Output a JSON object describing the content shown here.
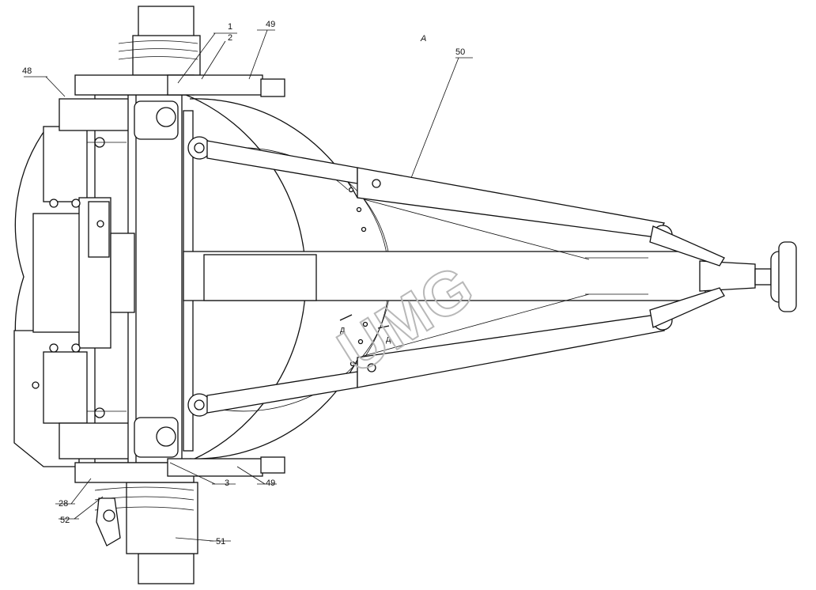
{
  "view_label": "А",
  "section_mark": "д",
  "watermark": "UMG",
  "callouts": {
    "c1": "1",
    "c2": "2",
    "c3": "3",
    "c28": "28",
    "c48": "48",
    "c49_top": "49",
    "c49_bottom": "49",
    "c50": "50",
    "c51": "51",
    "c52": "52"
  }
}
